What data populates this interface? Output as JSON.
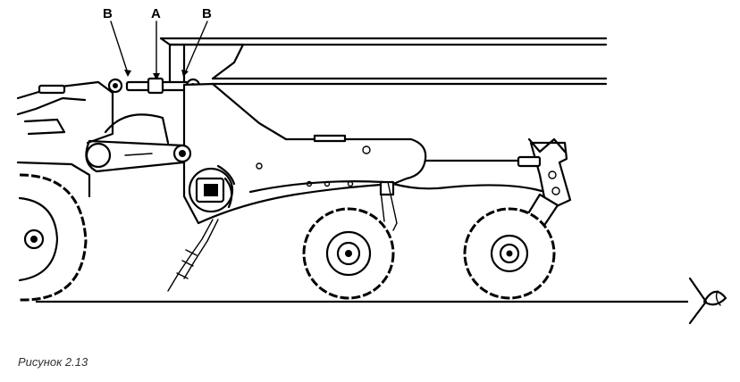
{
  "labels": {
    "a": "A",
    "b_left": "B",
    "b_right": "B"
  },
  "caption": "Рисунок 2.13",
  "colors": {
    "line": "#000000",
    "background": "#ffffff",
    "caption": "#333333"
  }
}
